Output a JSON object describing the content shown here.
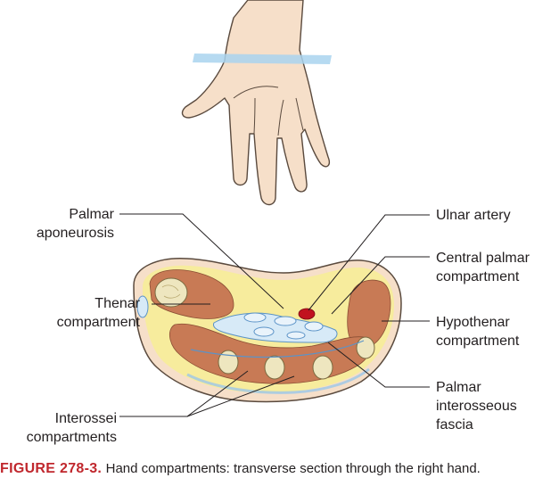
{
  "labels": {
    "palmar_aponeurosis": "Palmar\naponeurosis",
    "thenar": "Thenar\ncompartment",
    "interossei": "Interossei\ncompartments",
    "ulnar_artery": "Ulnar artery",
    "central_palmar": "Central palmar\ncompartment",
    "hypothenar": "Hypothenar\ncompartment",
    "palmar_interosseous_fascia": "Palmar\ninterosseous\nfascia"
  },
  "caption": {
    "number": "FIGURE 278-3.",
    "text": "Hand compartments: transverse section through the right hand."
  },
  "colors": {
    "skin": "#f6dfc9",
    "skin_outline": "#5a4a3e",
    "muscle": "#c87a55",
    "fat": "#f7ec9d",
    "fascia": "#d7eaf7",
    "bone": "#eee6bf",
    "artery": "#c1121f",
    "band": "#a9d4ef",
    "caption_red": "#c0272d"
  }
}
